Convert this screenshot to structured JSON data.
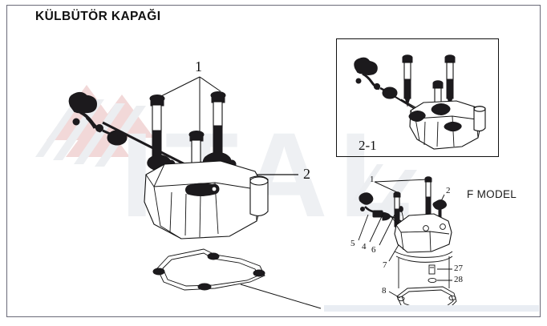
{
  "page": {
    "title": "KÜLBÜTÖR KAPAĞI",
    "background_color": "#ffffff",
    "frame_color": "#6a6a78",
    "ink_color": "#111111",
    "watermark_text": "ITAL",
    "gray_bar_color": "#e9edf3"
  },
  "main_diagram": {
    "name": "rocker-cover-exploded-view",
    "callouts": [
      {
        "id": "1",
        "label": "1",
        "points_to": "cover bolts (three)"
      },
      {
        "id": "2",
        "label": "2",
        "points_to": "rocker cover body"
      }
    ],
    "parts": [
      {
        "name": "rocker-arm-assembly"
      },
      {
        "name": "cover-bolt-left"
      },
      {
        "name": "cover-bolt-center"
      },
      {
        "name": "cover-bolt-right"
      },
      {
        "name": "rocker-cover"
      },
      {
        "name": "cover-gasket"
      }
    ]
  },
  "inset": {
    "name": "assembled-view",
    "label": "2-1",
    "border_color": "#111111"
  },
  "f_model": {
    "title": "F MODEL",
    "callouts": [
      {
        "id": "1",
        "label": "1"
      },
      {
        "id": "2",
        "label": "2"
      },
      {
        "id": "5",
        "label": "5"
      },
      {
        "id": "4",
        "label": "4"
      },
      {
        "id": "6",
        "label": "6"
      },
      {
        "id": "7",
        "label": "7"
      },
      {
        "id": "27",
        "label": "27"
      },
      {
        "id": "28",
        "label": "28"
      },
      {
        "id": "8",
        "label": "8"
      }
    ],
    "parts": [
      {
        "name": "f-cover-bolt-left"
      },
      {
        "name": "f-cover-bolt-right"
      },
      {
        "name": "f-breather-fitting"
      },
      {
        "name": "f-rocker-cover"
      },
      {
        "name": "f-cover-gasket"
      },
      {
        "name": "f-small-part-27"
      },
      {
        "name": "f-small-part-28"
      }
    ]
  }
}
